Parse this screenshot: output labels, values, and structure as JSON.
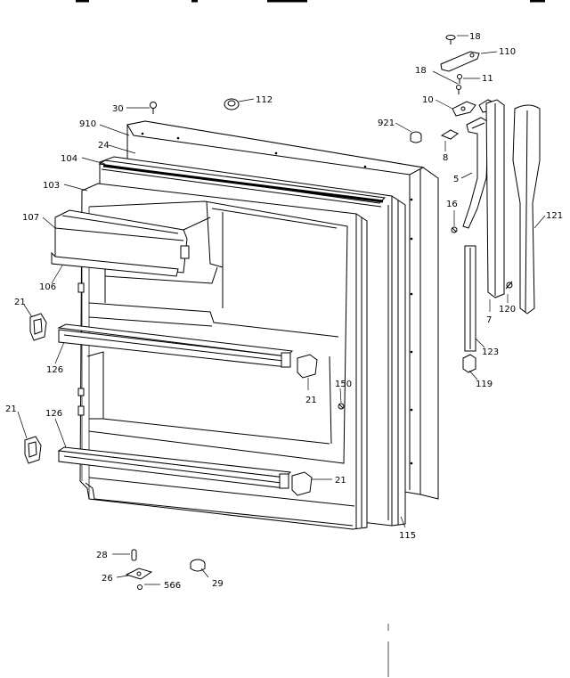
{
  "labels": {
    "p5": "5",
    "p7": "7",
    "p8": "8",
    "p10": "10",
    "p11": "11",
    "p16": "16",
    "p18a": "18",
    "p18b": "18",
    "p21a": "21",
    "p21b": "21",
    "p21c": "21",
    "p21d": "21",
    "p24": "24",
    "p26": "26",
    "p28": "28",
    "p29": "29",
    "p30": "30",
    "p103": "103",
    "p104": "104",
    "p106": "106",
    "p107": "107",
    "p110": "110",
    "p112": "112",
    "p115": "115",
    "p119": "119",
    "p120": "120",
    "p121": "121",
    "p123": "123",
    "p126a": "126",
    "p126b": "126",
    "p150": "150",
    "p566": "566",
    "p910": "910",
    "p921": "921"
  }
}
